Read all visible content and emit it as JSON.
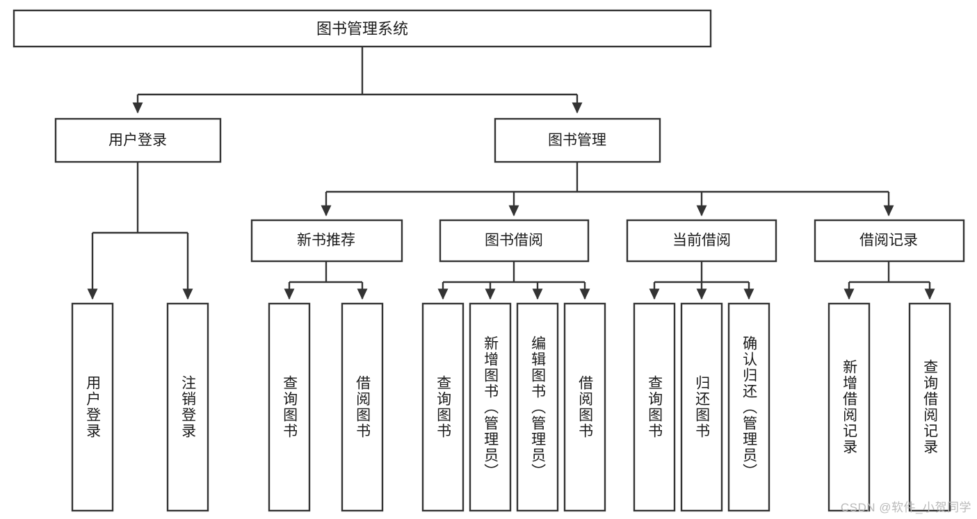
{
  "diagram": {
    "type": "tree-hierarchy-chart",
    "title": "图书管理系统",
    "watermark": "CSDN @软件_小贺同学",
    "colors": {
      "box_stroke": "#333333",
      "box_fill": "#ffffff",
      "text": "#1a1a1a",
      "background": "#ffffff",
      "watermark": "#b9b9b9"
    },
    "root": {
      "label": "图书管理系统"
    },
    "level1": [
      {
        "label": "用户登录"
      },
      {
        "label": "图书管理"
      }
    ],
    "level2": [
      {
        "label": "新书推荐"
      },
      {
        "label": "图书借阅"
      },
      {
        "label": "当前借阅"
      },
      {
        "label": "借阅记录"
      }
    ],
    "leaves": {
      "user_login": [
        {
          "label": "用户登录"
        },
        {
          "label": "注销登录"
        }
      ],
      "new_book_recommend": [
        {
          "label": "查询图书"
        },
        {
          "label": "借阅图书"
        }
      ],
      "book_borrow": [
        {
          "label": "查询图书"
        },
        {
          "label": "新增图书（管理员）"
        },
        {
          "label": "编辑图书（管理员）"
        },
        {
          "label": "借阅图书"
        }
      ],
      "current_borrow": [
        {
          "label": "查询图书"
        },
        {
          "label": "归还图书"
        },
        {
          "label": "确认归还（管理员）"
        }
      ],
      "borrow_record": [
        {
          "label": "新增借阅记录"
        },
        {
          "label": "查询借阅记录"
        }
      ]
    }
  }
}
